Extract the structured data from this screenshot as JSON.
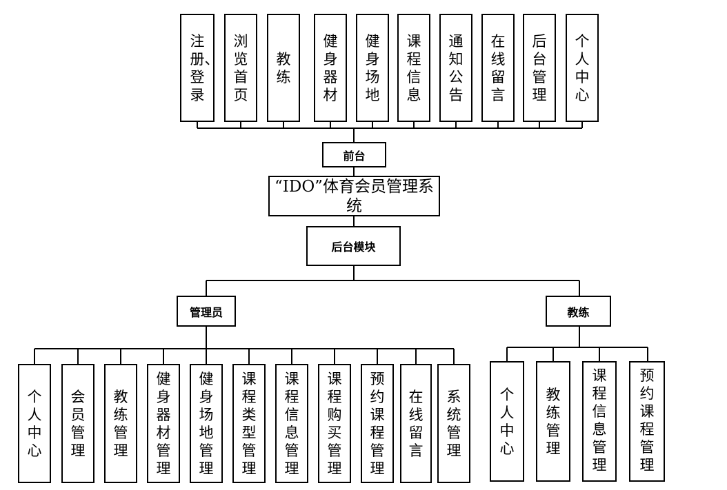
{
  "root": {
    "title": "“IDO”体育会员管理系统"
  },
  "front": {
    "label": "前台",
    "modules": [
      "注册、登录",
      "浏览首页",
      "教练",
      "健身器材",
      "健身场地",
      "课程信息",
      "通知公告",
      "在线留言",
      "后台管理",
      "个人中心"
    ]
  },
  "back": {
    "label": "后台模块",
    "admin": {
      "label": "管理员",
      "modules": [
        "个人中心",
        "会员管理",
        "教练管理",
        "健身器材管理",
        "健身场地管理",
        "课程类型管理",
        "课程信息管理",
        "课程购买管理",
        "预约课程管理",
        "在线留言",
        "系统管理"
      ]
    },
    "coach": {
      "label": "教练",
      "modules": [
        "个人中心",
        "教练管理",
        "课程信息管理",
        "预约课程管理"
      ]
    }
  }
}
